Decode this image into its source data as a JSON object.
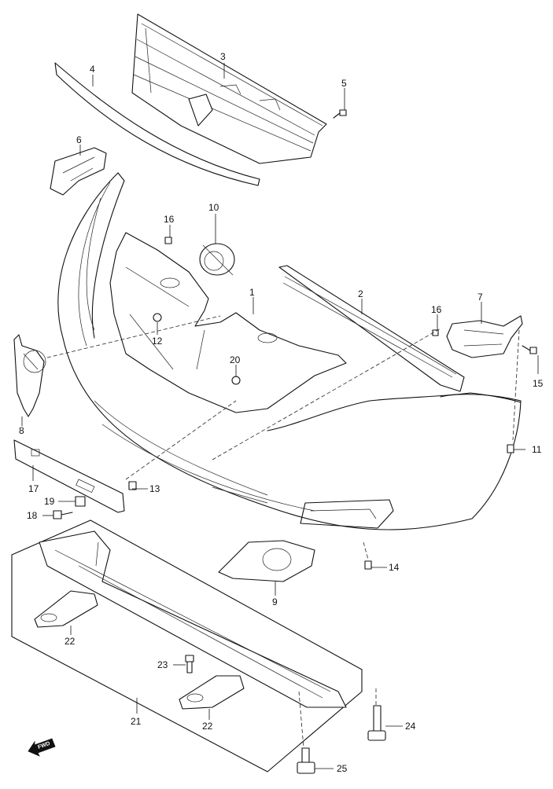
{
  "callouts": [
    {
      "id": "c1",
      "label": "1"
    },
    {
      "id": "c2",
      "label": "2"
    },
    {
      "id": "c3",
      "label": "3"
    },
    {
      "id": "c4",
      "label": "4"
    },
    {
      "id": "c5",
      "label": "5"
    },
    {
      "id": "c6",
      "label": "6"
    },
    {
      "id": "c7",
      "label": "7"
    },
    {
      "id": "c8",
      "label": "8"
    },
    {
      "id": "c9",
      "label": "9"
    },
    {
      "id": "c10",
      "label": "10"
    },
    {
      "id": "c11",
      "label": "11"
    },
    {
      "id": "c12",
      "label": "12"
    },
    {
      "id": "c13",
      "label": "13"
    },
    {
      "id": "c14",
      "label": "14"
    },
    {
      "id": "c15",
      "label": "15"
    },
    {
      "id": "c16a",
      "label": "16"
    },
    {
      "id": "c16b",
      "label": "16"
    },
    {
      "id": "c17",
      "label": "17"
    },
    {
      "id": "c18",
      "label": "18"
    },
    {
      "id": "c19",
      "label": "19"
    },
    {
      "id": "c20",
      "label": "20"
    },
    {
      "id": "c21",
      "label": "21"
    },
    {
      "id": "c22a",
      "label": "22"
    },
    {
      "id": "c22b",
      "label": "22"
    },
    {
      "id": "c23",
      "label": "23"
    },
    {
      "id": "c24",
      "label": "24"
    },
    {
      "id": "c25",
      "label": "25"
    }
  ],
  "fwd_marker": {
    "label": "FWD",
    "icon": "forward-arrow-icon"
  }
}
